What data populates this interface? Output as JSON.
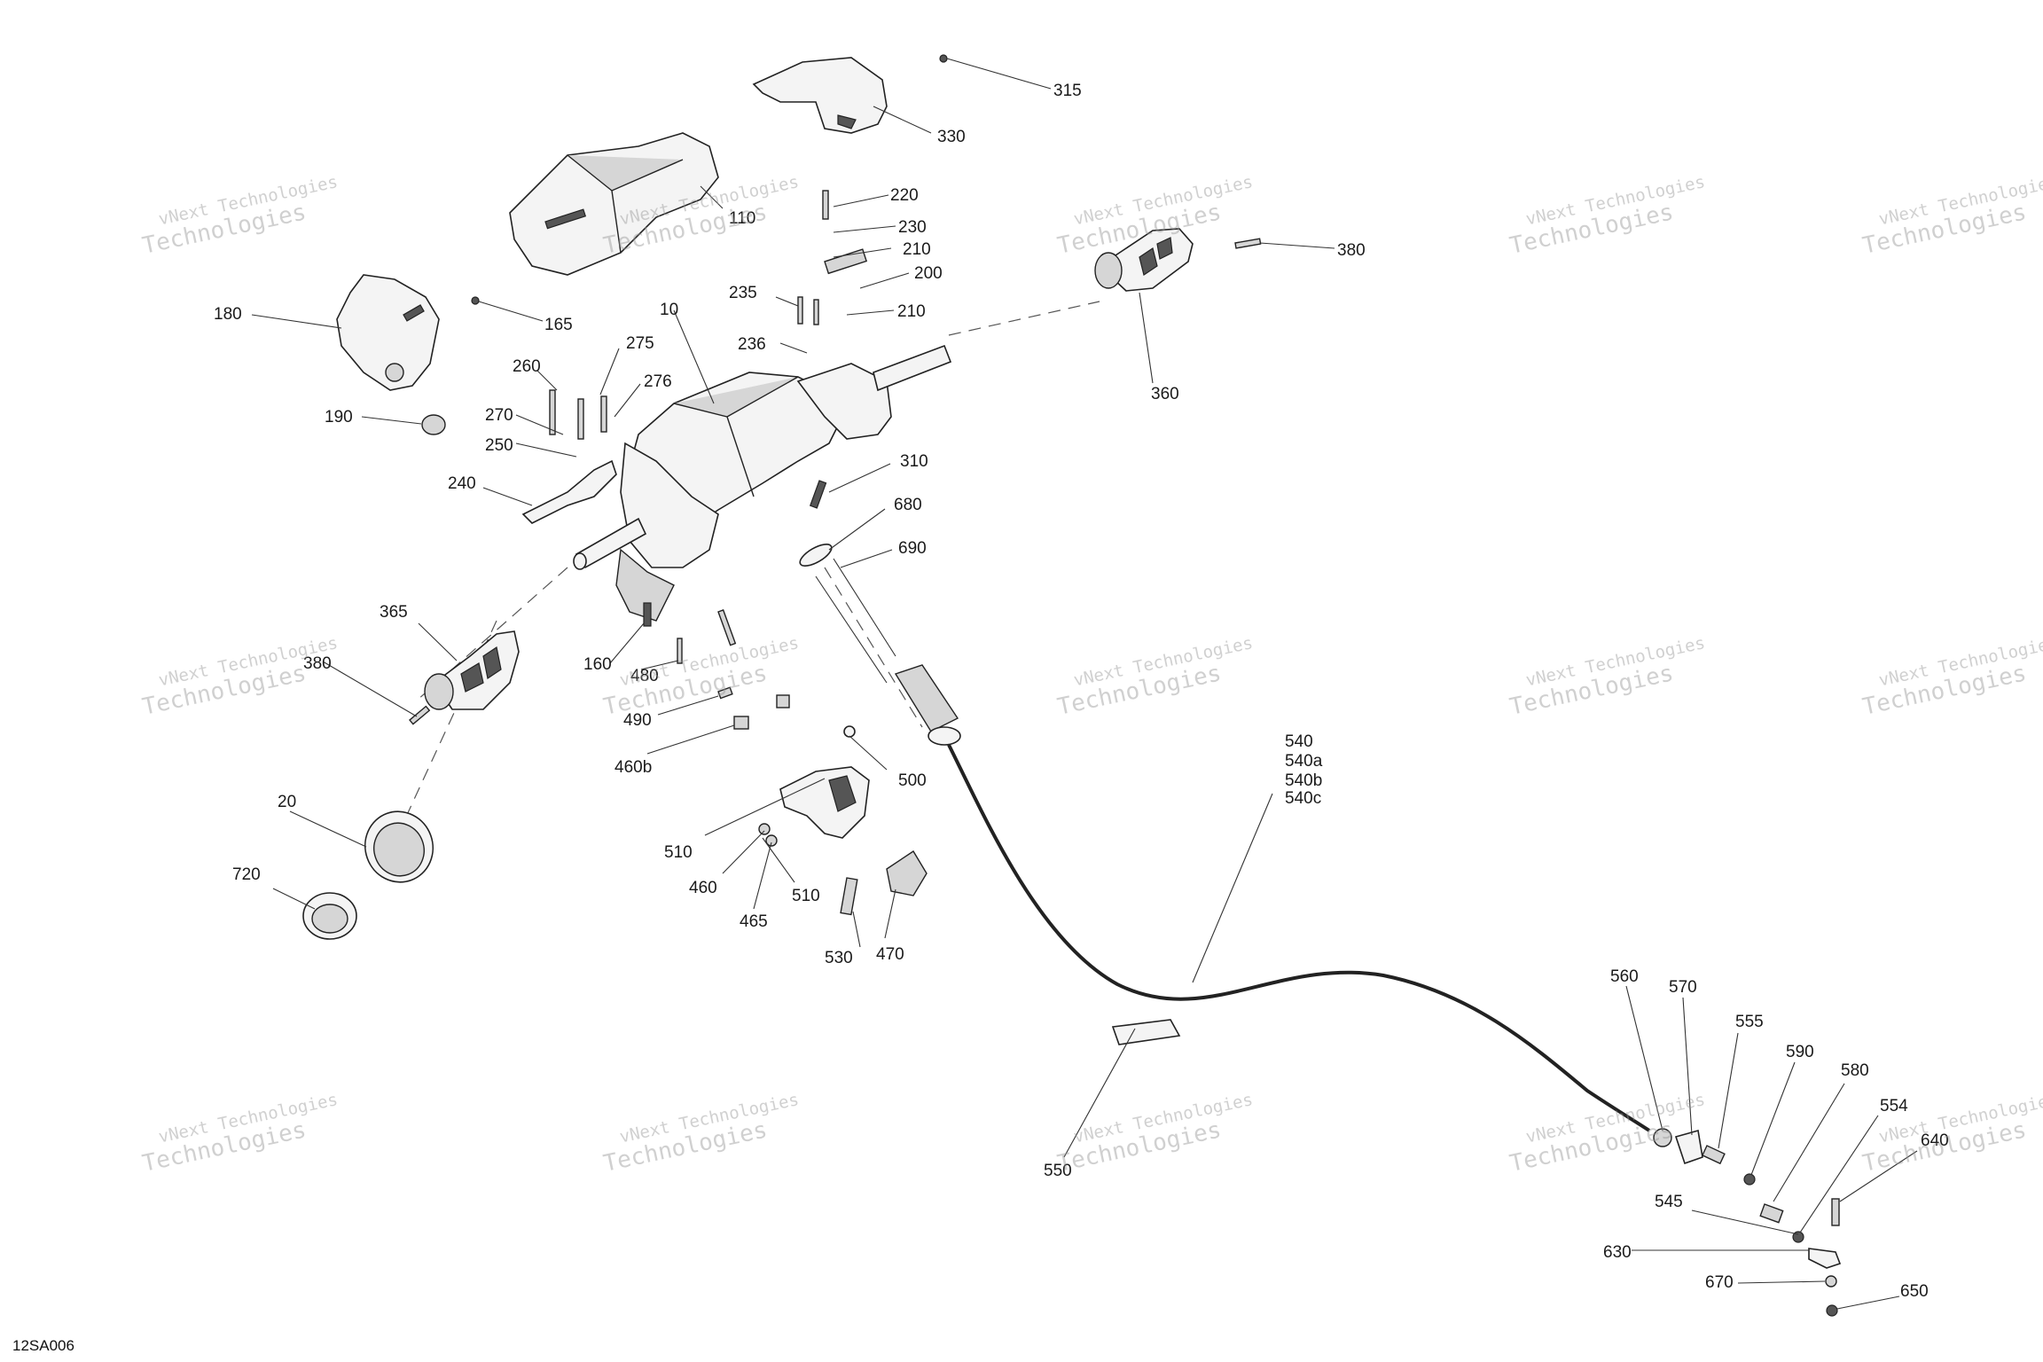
{
  "figure_code": "12SA006",
  "watermark": {
    "line1": "vNext Technologies",
    "line2": "Technologies"
  },
  "callouts": [
    "315",
    "330",
    "110",
    "220",
    "230",
    "210",
    "200",
    "210",
    "235",
    "236",
    "380",
    "360",
    "180",
    "165",
    "190",
    "260",
    "275",
    "276",
    "270",
    "250",
    "240",
    "10",
    "310",
    "680",
    "690",
    "365",
    "380",
    "160",
    "480",
    "490",
    "460b",
    "500",
    "510",
    "460",
    "465",
    "510",
    "470",
    "530",
    "20",
    "720",
    "540",
    "540a",
    "540b",
    "540c",
    "550",
    "560",
    "570",
    "555",
    "590",
    "580",
    "554",
    "640",
    "545",
    "630",
    "670",
    "650"
  ]
}
